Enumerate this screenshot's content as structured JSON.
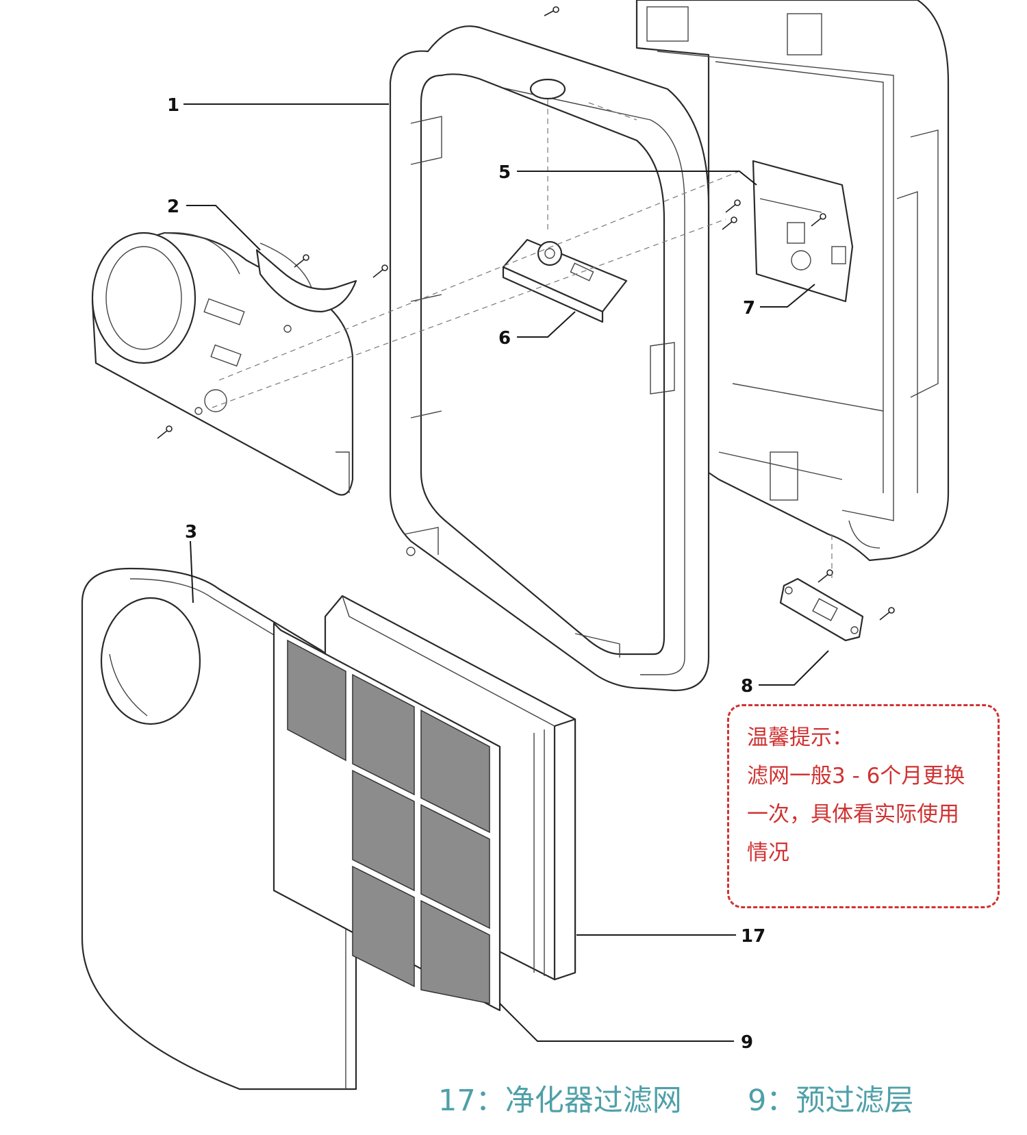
{
  "diagram": {
    "callouts": [
      {
        "id": "1",
        "label": "1"
      },
      {
        "id": "2",
        "label": "2"
      },
      {
        "id": "3",
        "label": "3"
      },
      {
        "id": "5",
        "label": "5"
      },
      {
        "id": "6",
        "label": "6"
      },
      {
        "id": "7",
        "label": "7"
      },
      {
        "id": "8",
        "label": "8"
      },
      {
        "id": "9",
        "label": "9"
      },
      {
        "id": "17",
        "label": "17"
      }
    ]
  },
  "tip": {
    "lines": [
      "温馨提示：",
      "滤网一般3 - 6个月更换",
      "一次，具体看实际使用",
      "情况"
    ],
    "color": "#d03232"
  },
  "captions": {
    "left": "17：净化器过滤网",
    "right": "9：预过滤层",
    "color": "#4ea0a8"
  }
}
